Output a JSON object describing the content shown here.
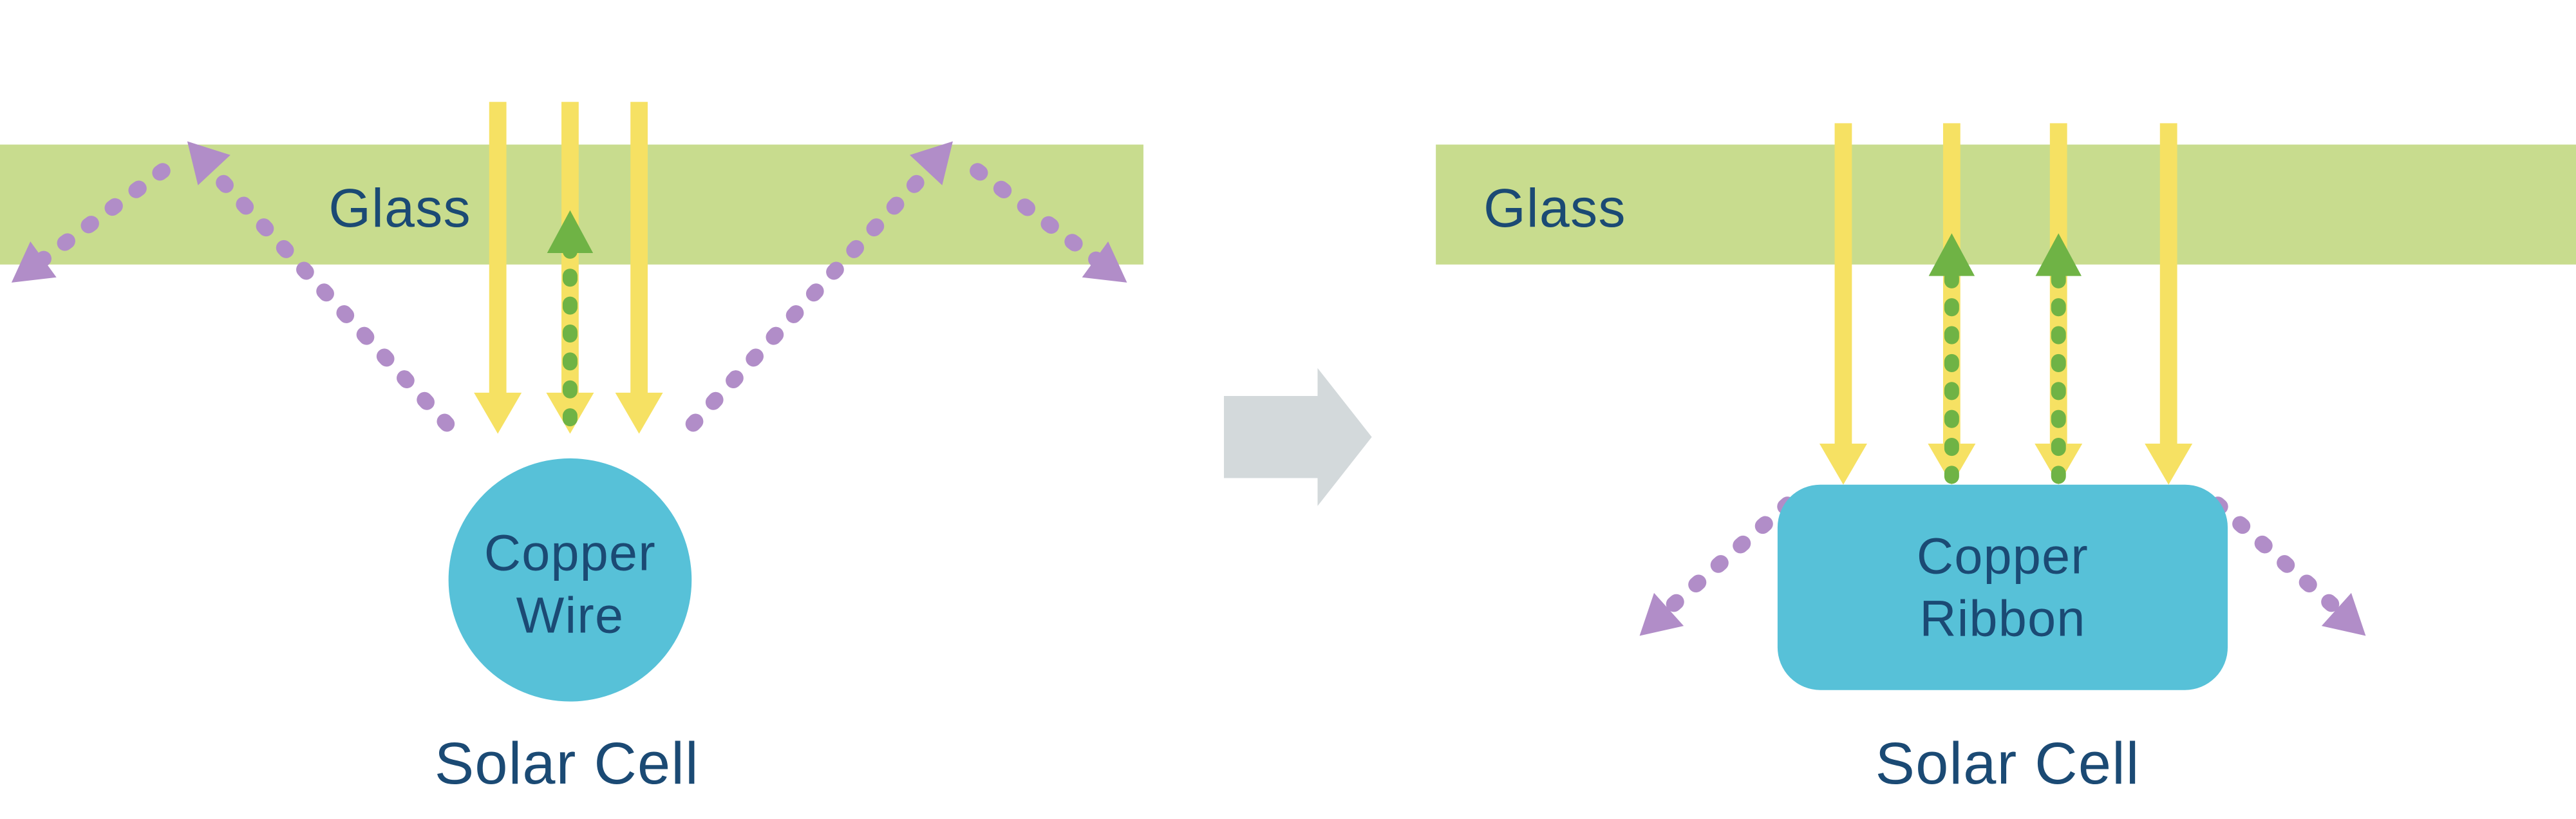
{
  "diagram": {
    "left_panel": {
      "glass_label": "Glass",
      "conductor_line1": "Copper",
      "conductor_line2": "Wire",
      "cell_label": "Solar Cell"
    },
    "right_panel": {
      "glass_label": "Glass",
      "conductor_line1": "Copper",
      "conductor_line2": "Ribbon",
      "cell_label": "Solar Cell"
    },
    "icons": {
      "transition": "arrow-right-icon"
    },
    "colors": {
      "glass": "#c8dc8e",
      "incident_light": "#f6e163",
      "reflected_light": "#6fb345",
      "scattered_light": "#b18dc8",
      "conductor": "#57c1d8",
      "label_text": "#1b4a74",
      "transition_arrow": "#d3d9db"
    }
  }
}
